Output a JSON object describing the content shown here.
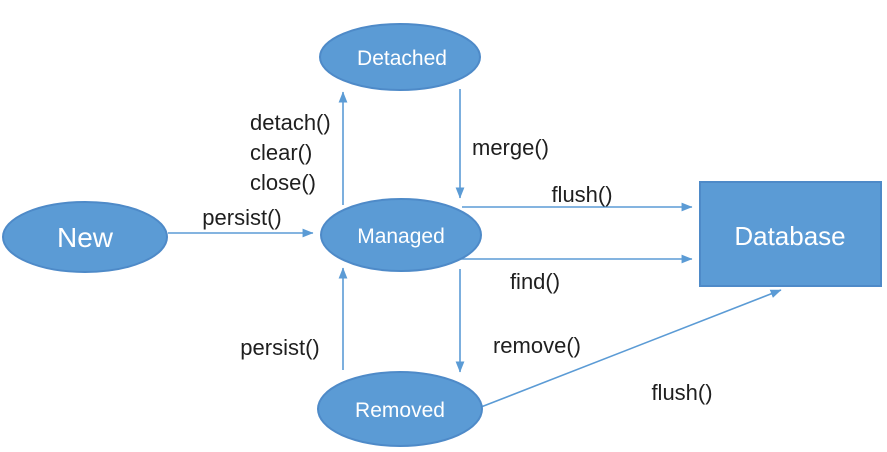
{
  "diagram": {
    "title": "entity-lifecycle-state-diagram",
    "nodes": {
      "new": {
        "label": "New"
      },
      "detached": {
        "label": "Detached"
      },
      "managed": {
        "label": "Managed"
      },
      "removed": {
        "label": "Removed"
      },
      "database": {
        "label": "Database"
      }
    },
    "edges": {
      "persist_new_to_managed": {
        "label": "persist()"
      },
      "managed_to_detached": {
        "lines": [
          "detach()",
          "clear()",
          "close()"
        ]
      },
      "merge_detached_to_managed": {
        "label": "merge()"
      },
      "flush_managed_to_database": {
        "label": "flush()"
      },
      "find_managed_to_database": {
        "label": "find()"
      },
      "persist_removed_to_managed": {
        "label": "persist()"
      },
      "remove_managed_to_removed": {
        "label": "remove()"
      },
      "flush_removed_to_database": {
        "label": "flush()"
      }
    }
  },
  "colors": {
    "node_fill": "#5b9bd5",
    "node_stroke": "#4e8ac8",
    "edge_color": "#5b9bd5",
    "node_text": "#ffffff",
    "label_text": "#1f1f1f",
    "canvas_bg": "#ffffff"
  }
}
